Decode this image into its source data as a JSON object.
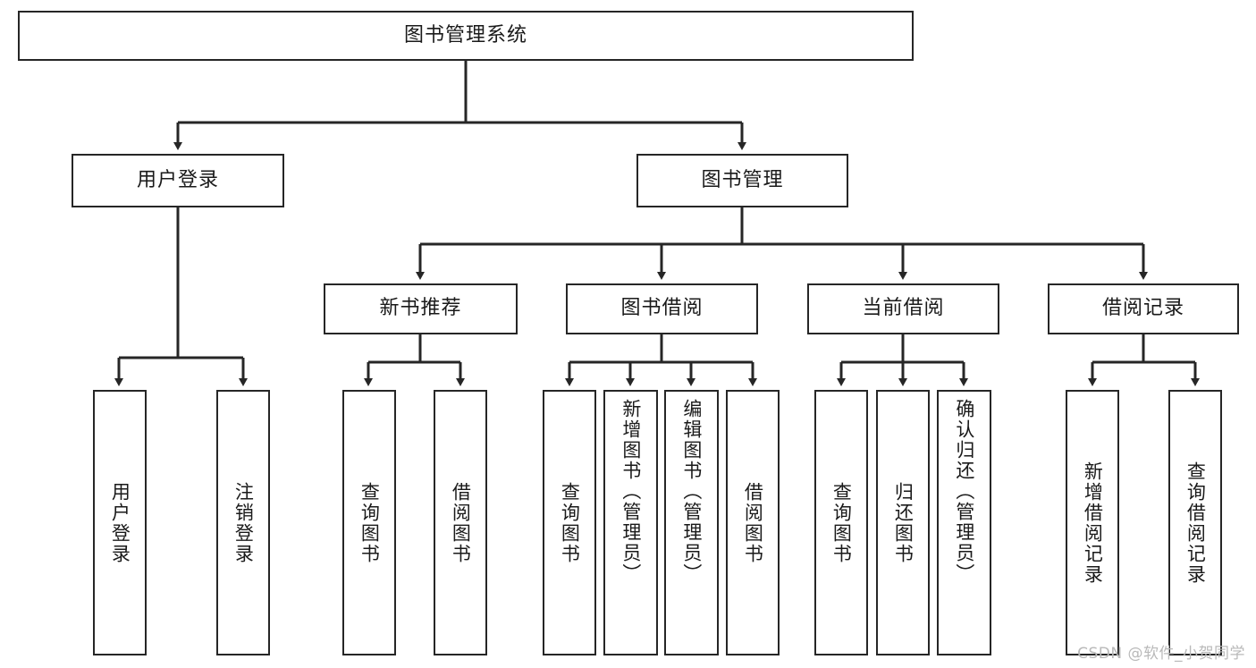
{
  "diagram": {
    "type": "tree-hierarchy-chart",
    "title": "图书管理系统",
    "watermark": "CSDN @软件_小贺同学",
    "colors": {
      "stroke": "#262626",
      "fill": "#ffffff",
      "text": "#1a1a1a",
      "watermark": "#b9b9b9"
    },
    "levels": {
      "root": {
        "label": "图书管理系统"
      },
      "level2": [
        {
          "id": "user-login",
          "label": "用户登录"
        },
        {
          "id": "book-manage",
          "label": "图书管理"
        }
      ],
      "level3": [
        {
          "id": "new-book-recommend",
          "label": "新书推荐",
          "parent": "book-manage"
        },
        {
          "id": "book-borrow",
          "label": "图书借阅",
          "parent": "book-manage"
        },
        {
          "id": "current-borrow",
          "label": "当前借阅",
          "parent": "book-manage"
        },
        {
          "id": "borrow-record",
          "label": "借阅记录",
          "parent": "book-manage"
        }
      ],
      "leaves": [
        {
          "id": "leaf-user-login",
          "label": "用户登录",
          "parent": "user-login",
          "align": "center"
        },
        {
          "id": "leaf-user-logout",
          "label": "注销登录",
          "parent": "user-login",
          "align": "center"
        },
        {
          "id": "leaf-query-book-1",
          "label": "查询图书",
          "parent": "new-book-recommend",
          "align": "center"
        },
        {
          "id": "leaf-borrow-book-1",
          "label": "借阅图书",
          "parent": "new-book-recommend",
          "align": "center"
        },
        {
          "id": "leaf-query-book-2",
          "label": "查询图书",
          "parent": "book-borrow",
          "align": "center"
        },
        {
          "id": "leaf-add-book",
          "label": "新增图书（管理员）",
          "parent": "book-borrow",
          "align": "top"
        },
        {
          "id": "leaf-edit-book",
          "label": "编辑图书（管理员）",
          "parent": "book-borrow",
          "align": "top"
        },
        {
          "id": "leaf-borrow-book-2",
          "label": "借阅图书",
          "parent": "book-borrow",
          "align": "center"
        },
        {
          "id": "leaf-query-book-3",
          "label": "查询图书",
          "parent": "current-borrow",
          "align": "center"
        },
        {
          "id": "leaf-return-book",
          "label": "归还图书",
          "parent": "current-borrow",
          "align": "center"
        },
        {
          "id": "leaf-confirm-return",
          "label": "确认归还（管理员）",
          "parent": "current-borrow",
          "align": "top"
        },
        {
          "id": "leaf-add-record",
          "label": "新增借阅记录",
          "parent": "borrow-record",
          "align": "center"
        },
        {
          "id": "leaf-query-record",
          "label": "查询借阅记录",
          "parent": "borrow-record",
          "align": "center"
        }
      ]
    }
  }
}
